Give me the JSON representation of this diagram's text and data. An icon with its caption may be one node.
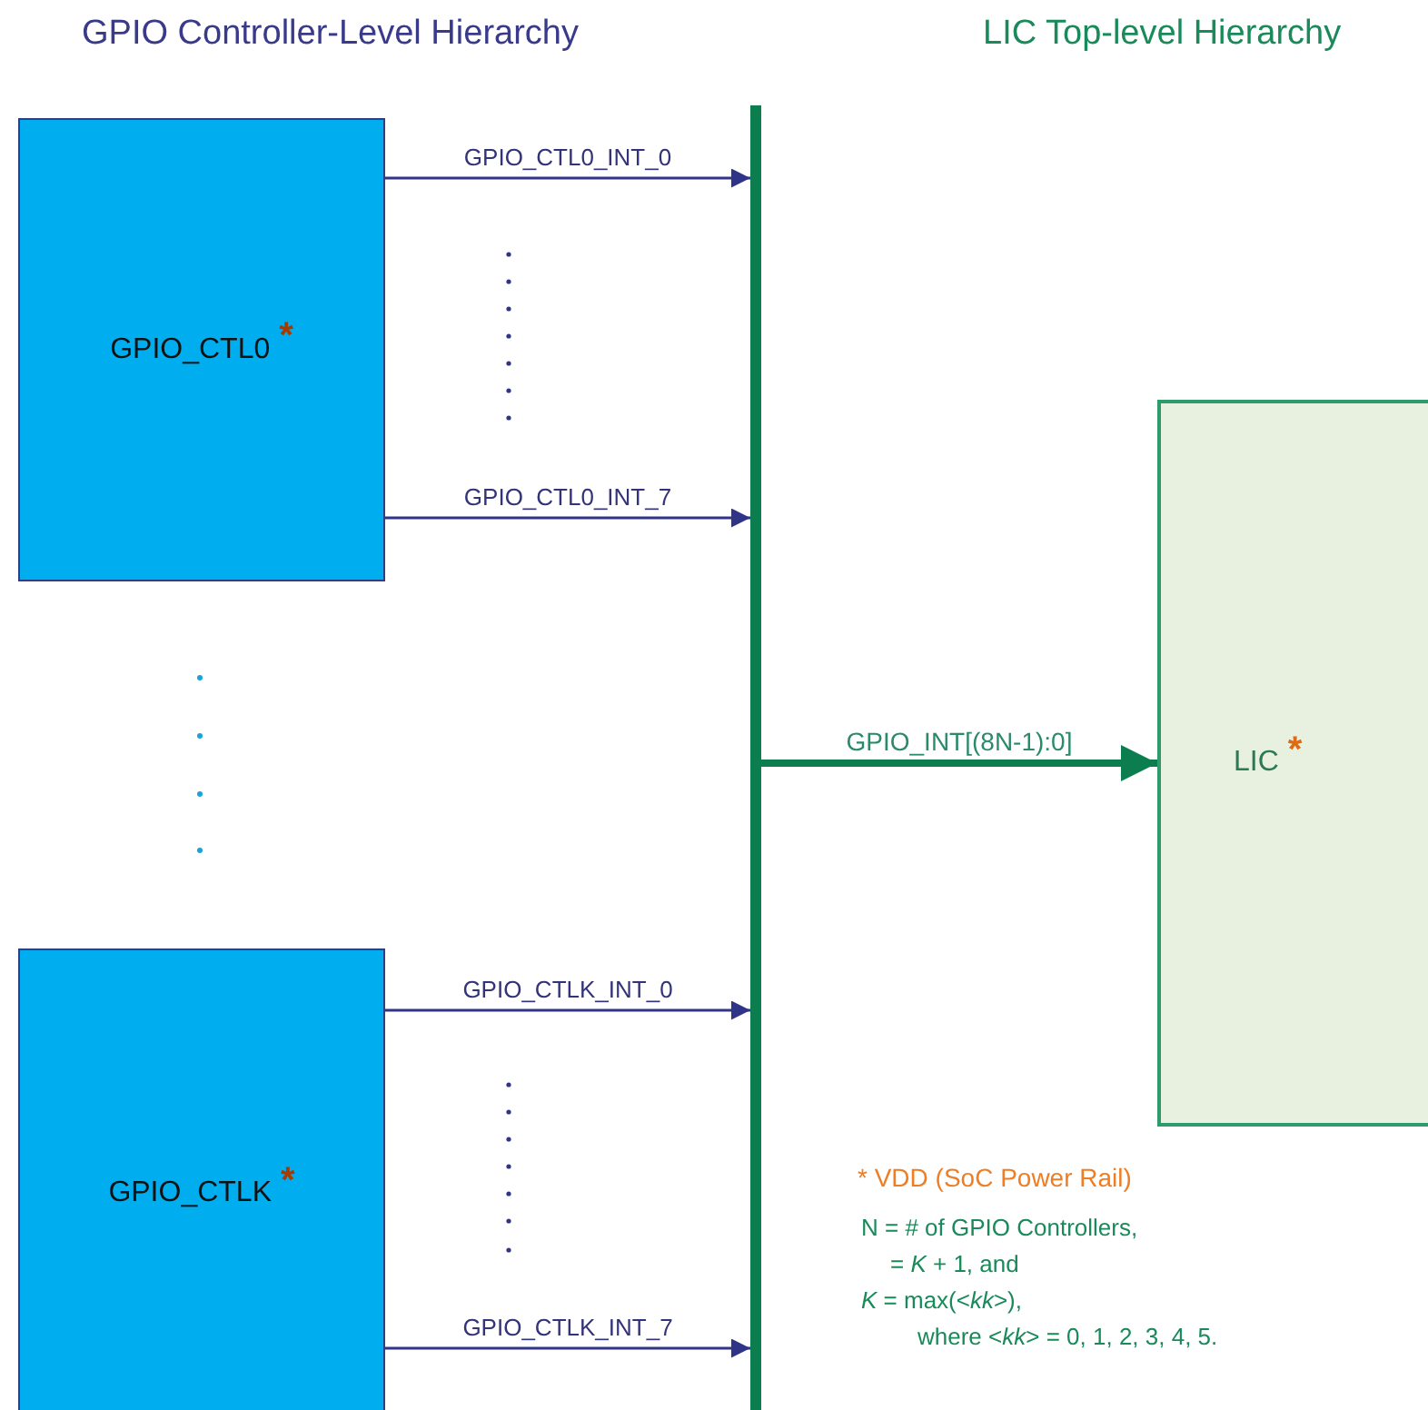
{
  "diagram": {
    "nodes": [
      {
        "text": [
          "GPIO_CTL0",
          "*"
        ]
      },
      {
        "text": [
          "GPIO_CTLK",
          "*"
        ]
      },
      {
        "text": [],
        "shape": "bar"
      },
      {
        "text": [
          "LIC",
          "*"
        ]
      }
    ],
    "edges": [
      {
        "from": 0,
        "to": 2,
        "arrow": "to",
        "label": "GPIO_CTL0_INT_0"
      },
      {
        "from": 0,
        "to": 2,
        "arrow": "to",
        "label": "GPIO_CTL0_INT_7"
      },
      {
        "from": 1,
        "to": 2,
        "arrow": "to",
        "label": "GPIO_CTLK_INT_0"
      },
      {
        "from": 1,
        "to": 2,
        "arrow": "to",
        "label": "GPIO_CTLK_INT_7"
      },
      {
        "from": 2,
        "to": 3,
        "arrow": "to",
        "label": "GPIO_INT[(8N-1):0]",
        "style": "thick",
        "color": "#0b7d4f"
      }
    ],
    "labels": [
      "GPIO Controller-Level Hierarchy",
      "LIC Top-level Hierarchy",
      "* VDD (SoC Power Rail)",
      "N = # of GPIO Controllers,",
      "= *K* + 1, and",
      "*K* = max(<*kk*>),",
      "where <*kk*> = 0, 1, 2, 3, 4, 5."
    ]
  }
}
